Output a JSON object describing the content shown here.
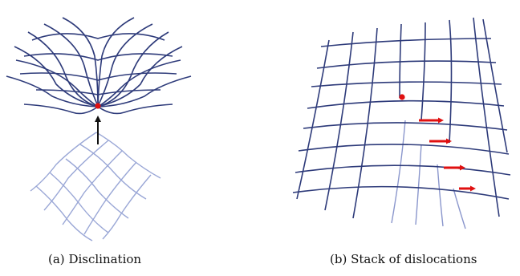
{
  "panels": [
    {
      "label": "(a)",
      "title": "Disclination"
    },
    {
      "label": "(b)",
      "title": "Stack of dislocations"
    }
  ],
  "colors": {
    "lattice": "#2e3b7a",
    "lattice_light": "#9aa7d6",
    "defect": "#e01010",
    "arrow": "#111111"
  }
}
